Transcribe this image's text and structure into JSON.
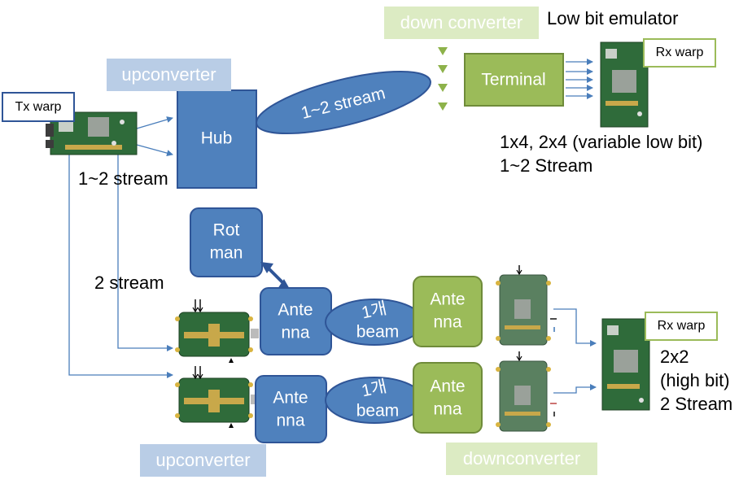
{
  "labels": {
    "down_converter_top": "down converter",
    "low_bit_emulator": "Low bit emulator",
    "upconverter_top": "upconverter",
    "tx_warp": "Tx warp",
    "rx_warp_top": "Rx warp",
    "rx_warp_bottom": "Rx warp",
    "stream_1_2_left": "1~2 stream",
    "stream_2": "2 stream",
    "rx_top_config_line1": "1x4, 2x4 (variable low bit)",
    "rx_top_config_line2": "1~2 Stream",
    "rx_bottom_line1": "2x2",
    "rx_bottom_line2": "(high bit)",
    "rx_bottom_line3": "2 Stream",
    "upconverter_bottom": "upconverter",
    "downconverter_bottom": "downconverter"
  },
  "blocks": {
    "hub": "Hub",
    "terminal": "Terminal",
    "rotman_line1": "Rot",
    "rotman_line2": "man",
    "antenna_line1": "Ante",
    "antenna_line2": "nna"
  },
  "links": {
    "stream_ellipse": "1~2 stream",
    "beam_line1": "1개",
    "beam_line2": "beam"
  },
  "colors": {
    "blue_block": "#4f81bd",
    "blue_border": "#2f5597",
    "green_block": "#9bbb59",
    "green_border": "#6f8b3a",
    "blue_label_bg": "#b9cde6",
    "green_label_bg": "#dcebc3",
    "pcb_green": "#2f6b3a",
    "arrow_blue": "#4a7ebb"
  }
}
